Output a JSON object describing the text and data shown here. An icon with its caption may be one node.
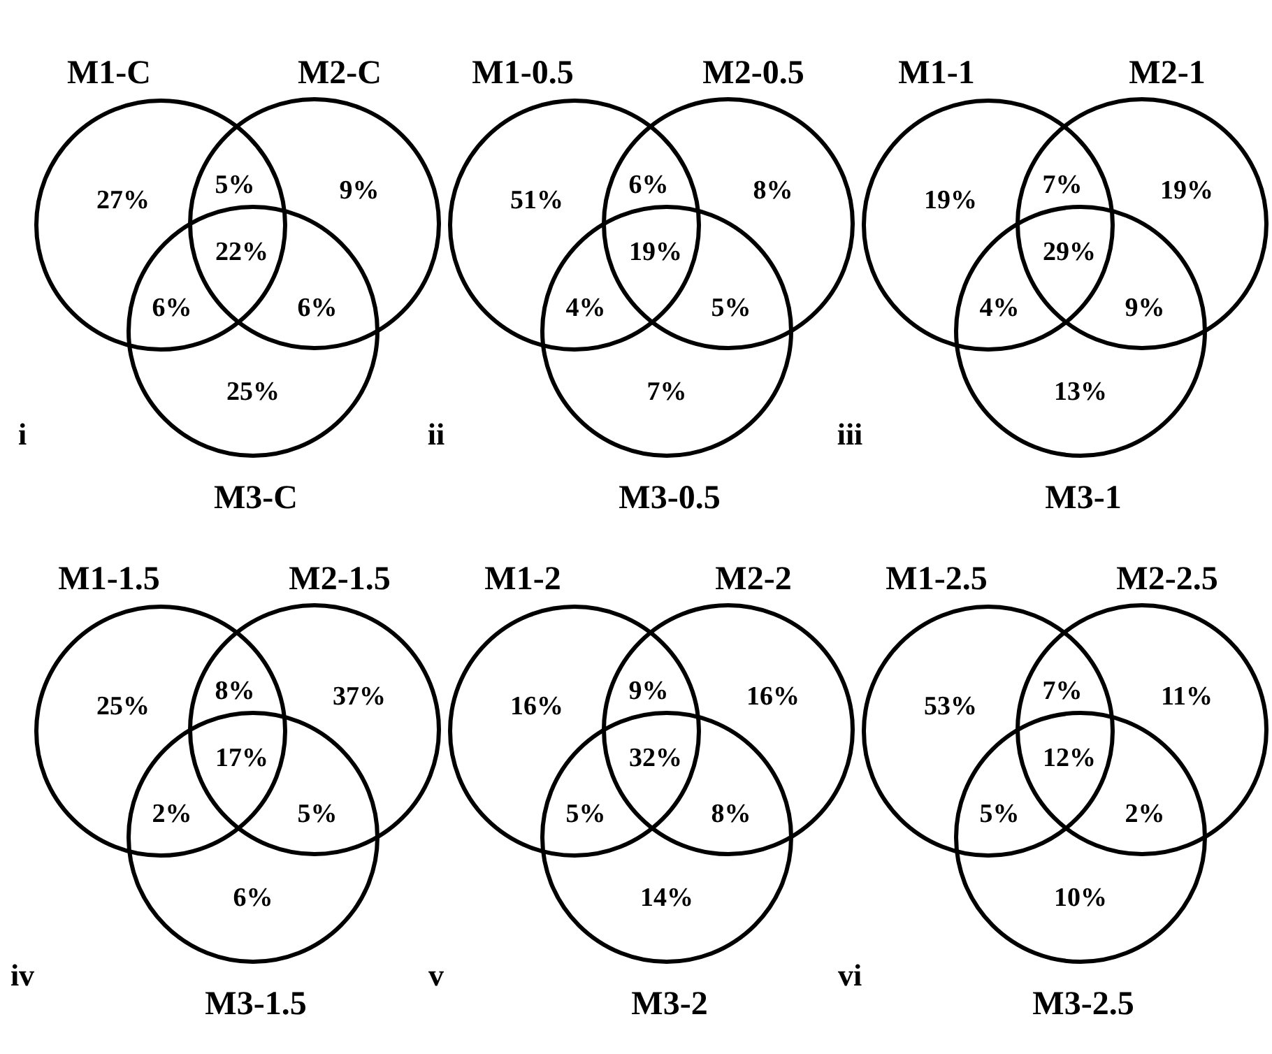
{
  "diagram": {
    "nodes": [
      {
        "text": [
          "M1-C"
        ]
      },
      {
        "text": [
          "M2-C"
        ]
      },
      {
        "text": [
          "M3-C"
        ]
      },
      {
        "text": [
          "M1-0.5"
        ]
      },
      {
        "text": [
          "M2-0.5"
        ]
      },
      {
        "text": [
          "M3-0.5"
        ]
      },
      {
        "text": [
          "M1-1"
        ]
      },
      {
        "text": [
          "M2-1"
        ]
      },
      {
        "text": [
          "M3-1"
        ]
      },
      {
        "text": [
          "M1-1.5"
        ]
      },
      {
        "text": [
          "M2-1.5"
        ]
      },
      {
        "text": [
          "M3-1.5"
        ]
      },
      {
        "text": [
          "M1-2"
        ]
      },
      {
        "text": [
          "M2-2"
        ]
      },
      {
        "text": [
          "M3-2"
        ]
      },
      {
        "text": [
          "M1-2.5"
        ]
      },
      {
        "text": [
          "M2-2.5"
        ]
      },
      {
        "text": [
          "M3-2.5"
        ]
      }
    ],
    "labels": [
      "27%",
      "5%",
      "9%",
      "22%",
      "6%",
      "6%",
      "25%",
      "i",
      "51%",
      "6%",
      "8%",
      "19%",
      "4%",
      "5%",
      "7%",
      "ii",
      "19%",
      "7%",
      "19%",
      "29%",
      "4%",
      "9%",
      "13%",
      "iii",
      "25%",
      "8%",
      "37%",
      "17%",
      "2%",
      "5%",
      "6%",
      "iv",
      "16%",
      "9%",
      "16%",
      "32%",
      "5%",
      "8%",
      "14%",
      "v",
      "53%",
      "7%",
      "11%",
      "12%",
      "5%",
      "2%",
      "10%",
      "vi"
    ]
  }
}
